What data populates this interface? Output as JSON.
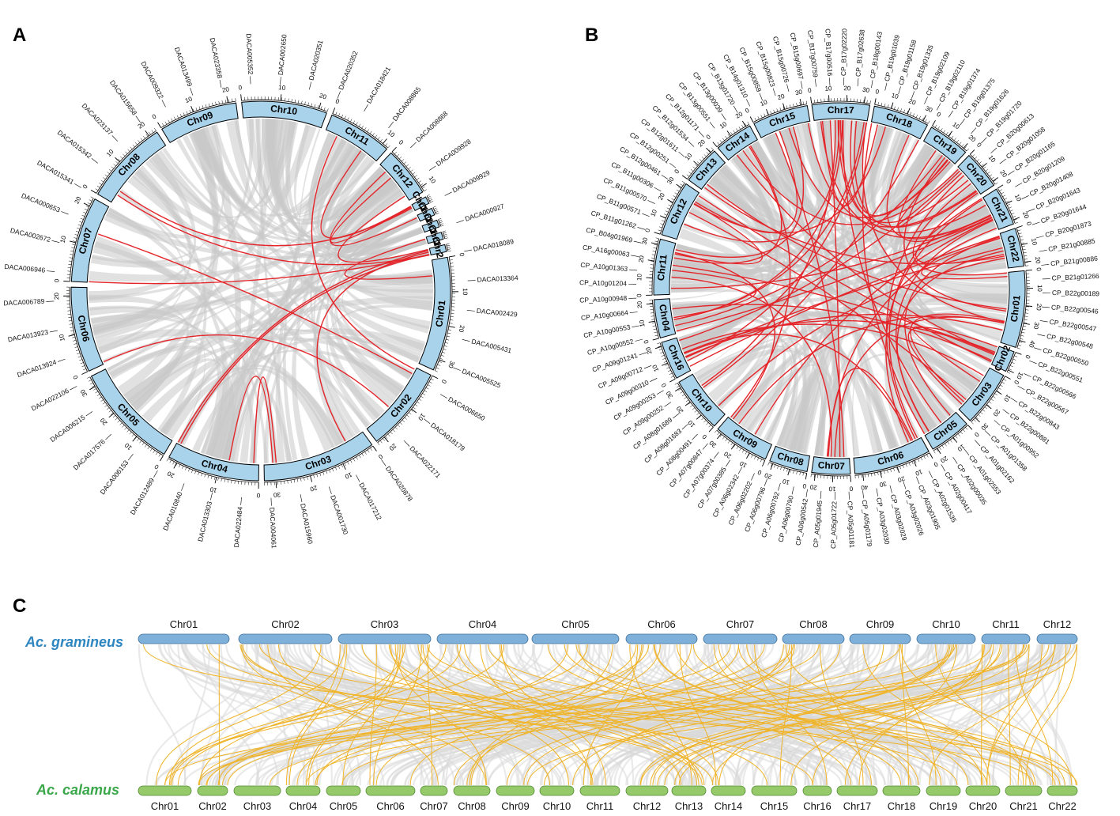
{
  "panels": {
    "a": {
      "letter": "A",
      "chromosomes": [
        {
          "name": "Chr09",
          "color": "#a9d3ea",
          "ticks": [
            "0",
            "10",
            "20"
          ]
        },
        {
          "name": "Chr10",
          "color": "#a9d3ea",
          "ticks": [
            "0",
            "10",
            "20"
          ]
        },
        {
          "name": "Chr11",
          "color": "#a9d3ea",
          "ticks": [
            "0",
            "10"
          ]
        },
        {
          "name": "Chr12",
          "color": "#a9d3ea",
          "ticks": [
            "0",
            "10"
          ]
        },
        {
          "name": "Chr13",
          "color": "#a9d3ea",
          "ticks": []
        },
        {
          "name": "Chr15",
          "color": "#a9d3ea",
          "ticks": []
        },
        {
          "name": "Chr17",
          "color": "#a9d3ea",
          "ticks": []
        },
        {
          "name": "Chr18",
          "color": "#a9d3ea",
          "ticks": []
        },
        {
          "name": "Chr24",
          "color": "#a9d3ea",
          "ticks": []
        },
        {
          "name": "Chr01",
          "color": "#a9d3ea",
          "ticks": [
            "0",
            "10",
            "20",
            "30"
          ]
        },
        {
          "name": "Chr02",
          "color": "#a9d3ea",
          "ticks": [
            "0",
            "10",
            "20"
          ]
        },
        {
          "name": "Chr03",
          "color": "#a9d3ea",
          "ticks": [
            "0",
            "10",
            "20",
            "30"
          ]
        },
        {
          "name": "Chr04",
          "color": "#a9d3ea",
          "ticks": [
            "0",
            "10",
            "20"
          ]
        },
        {
          "name": "Chr05",
          "color": "#a9d3ea",
          "ticks": [
            "0",
            "10",
            "20",
            "30"
          ]
        },
        {
          "name": "Chr06",
          "color": "#a9d3ea",
          "ticks": [
            "0",
            "10",
            "20"
          ]
        },
        {
          "name": "Chr07",
          "color": "#a9d3ea",
          "ticks": [
            "0",
            "10",
            "20"
          ]
        },
        {
          "name": "Chr08",
          "color": "#a9d3ea",
          "ticks": [
            "0",
            "10",
            "20"
          ]
        }
      ],
      "genes": [
        "DACA009322",
        "DACA013499",
        "DACA023358",
        "DACA005352",
        "DACA002650",
        "DACA020351",
        "DACA020352",
        "DACA018421",
        "DACA008865",
        "DACA008868",
        "DACA009928",
        "DACA009929",
        "DACA000927",
        "DACA018089",
        "DACA013364",
        "DACA002429",
        "DACA005431",
        "DACA005525",
        "DACA006650",
        "DACA018179",
        "DACA022171",
        "DACA020878",
        "DACA017212",
        "DACA001730",
        "DACA015960",
        "DACA004061",
        "DACA022484",
        "DACA013303",
        "DACA010840",
        "DACA012489",
        "DACA006153",
        "DACA017576",
        "DACA006215",
        "DACA022106",
        "DACA013924",
        "DACA013923",
        "DACA006789",
        "DACA006946",
        "DACA002672",
        "DACA000653",
        "DACA015341",
        "DACA015342",
        "DACA023137",
        "DACA015658"
      ]
    },
    "b": {
      "letter": "B",
      "chromosomes": [
        {
          "name": "Chr17",
          "color": "#a9d3ea",
          "ticks": [
            "0",
            "10",
            "20",
            "30"
          ]
        },
        {
          "name": "Chr18",
          "color": "#a9d3ea",
          "ticks": [
            "0",
            "10",
            "20",
            "30"
          ]
        },
        {
          "name": "Chr19",
          "color": "#a9d3ea",
          "ticks": [
            "0",
            "10",
            "20"
          ]
        },
        {
          "name": "Chr20",
          "color": "#a9d3ea",
          "ticks": [
            "0",
            "10",
            "20"
          ]
        },
        {
          "name": "Chr21",
          "color": "#a9d3ea",
          "ticks": [
            "0",
            "10",
            "20"
          ]
        },
        {
          "name": "Chr22",
          "color": "#a9d3ea",
          "ticks": [
            "0",
            "10",
            "20"
          ]
        },
        {
          "name": "Chr01",
          "color": "#a9d3ea",
          "ticks": [
            "0",
            "10",
            "20",
            "30",
            "40"
          ]
        },
        {
          "name": "Chr02",
          "color": "#a9d3ea",
          "ticks": [
            "0",
            "10"
          ]
        },
        {
          "name": "Chr03",
          "color": "#a9d3ea",
          "ticks": [
            "0",
            "10",
            "20",
            "30"
          ]
        },
        {
          "name": "Chr05",
          "color": "#a9d3ea",
          "ticks": [
            "0",
            "10",
            "20"
          ]
        },
        {
          "name": "Chr06",
          "color": "#a9d3ea",
          "ticks": [
            "0",
            "10",
            "20",
            "30",
            "40"
          ]
        },
        {
          "name": "Chr07",
          "color": "#a9d3ea",
          "ticks": [
            "0",
            "10",
            "20"
          ]
        },
        {
          "name": "Chr08",
          "color": "#a9d3ea",
          "ticks": [
            "0",
            "10",
            "20"
          ]
        },
        {
          "name": "Chr09",
          "color": "#a9d3ea",
          "ticks": [
            "0",
            "10",
            "20",
            "30"
          ]
        },
        {
          "name": "Chr10",
          "color": "#a9d3ea",
          "ticks": [
            "0",
            "10",
            "20",
            "30"
          ]
        },
        {
          "name": "Chr16",
          "color": "#a9d3ea",
          "ticks": [
            "0",
            "10",
            "20"
          ]
        },
        {
          "name": "Chr04",
          "color": "#a9d3ea",
          "ticks": [
            "0",
            "10",
            "20"
          ]
        },
        {
          "name": "Chr11",
          "color": "#a9d3ea",
          "ticks": [
            "0",
            "10",
            "20",
            "30"
          ]
        },
        {
          "name": "Chr12",
          "color": "#a9d3ea",
          "ticks": [
            "0",
            "10",
            "20",
            "30"
          ]
        },
        {
          "name": "Chr13",
          "color": "#a9d3ea",
          "ticks": [
            "0",
            "10",
            "20"
          ]
        },
        {
          "name": "Chr14",
          "color": "#a9d3ea",
          "ticks": [
            "0",
            "10",
            "20"
          ]
        },
        {
          "name": "Chr15",
          "color": "#a9d3ea",
          "ticks": [
            "0",
            "10",
            "20",
            "30"
          ]
        }
      ],
      "genes": [
        "CP_B17g00759",
        "CP_B17g00516",
        "CP_B17g02220",
        "CP_B17g02638",
        "CP_B18g00143",
        "CP_B19g01039",
        "CP_B19g01158",
        "CP_B19g01335",
        "CP_B19g02109",
        "CP_B19g02110",
        "CP_B19g01374",
        "CP_B19g01375",
        "CP_B19g01626",
        "CP_B19g01720",
        "CP_B20g00613",
        "CP_B20g01058",
        "CP_B20g01165",
        "CP_B20g01209",
        "CP_B20g01408",
        "CP_B20g01643",
        "CP_B20g01644",
        "CP_B20g01873",
        "CP_B21g00885",
        "CP_B21g00886",
        "CP_B21g01266",
        "CP_B22g00189",
        "CP_B22g00546",
        "CP_B22g00547",
        "CP_B22g00548",
        "CP_B22g00550",
        "CP_B22g00551",
        "CP_B22g00566",
        "CP_B22g00567",
        "CP_B22g00843",
        "CP_B22g00881",
        "CP_A01g00952",
        "CP_A01g01358",
        "CP_A01g02162",
        "CP_A01g02553",
        "CP_A02g00035",
        "CP_A02g00417",
        "CP_A02g01535",
        "CP_A03g01905",
        "CP_A03g02026",
        "CP_A03g02029",
        "CP_A03g02030",
        "CP_A05g01179",
        "CP_A05g01181",
        "CP_A05g01722",
        "CP_A05g01945",
        "CP_A06g00542",
        "CP_A06g00790",
        "CP_A06g00792",
        "CP_A06g00796",
        "CP_A06g02202",
        "CP_A06g02342",
        "CP_A07g00385",
        "CP_A07g00374",
        "CP_A07g00847",
        "CP_A08g00491",
        "CP_A08g01683",
        "CP_A08g01689",
        "CP_A09g00252",
        "CP_A09g00253",
        "CP_A09g00310",
        "CP_A09g00712",
        "CP_A09g01241",
        "CP_A10g00552",
        "CP_A10g00553",
        "CP_A10g00664",
        "CP_A10g00948",
        "CP_A10g01204",
        "CP_A10g01363",
        "CP_A16g00063",
        "CP_B04g01969",
        "CP_B11g01262",
        "CP_B11g00571",
        "CP_B11g00570",
        "CP_B11g00306",
        "CP_B12g00461",
        "CP_B12g00251",
        "CP_B12g01611",
        "CP_B12g01534",
        "CP_B12g01171",
        "CP_B13g00551",
        "CP_B13g00039",
        "CP_B13g01720",
        "CP_B14g01310",
        "CP_B15g00859",
        "CP_B15g00823",
        "CP_B15g00726",
        "CP_B15g00697"
      ]
    },
    "c": {
      "letter": "C",
      "top_species": "Ac. gramineus",
      "bottom_species": "Ac. calamus",
      "top_color": "#2e86c1",
      "bottom_color": "#3aa84a",
      "top_bar_color": "#7fb0d9",
      "bottom_bar_color": "#96c96a",
      "link_color": "#f0b429",
      "top_chromosomes": [
        "Chr01",
        "Chr02",
        "Chr03",
        "Chr04",
        "Chr05",
        "Chr06",
        "Chr07",
        "Chr08",
        "Chr09",
        "Chr10",
        "Chr11",
        "Chr12"
      ],
      "bottom_chromosomes": [
        "Chr01",
        "Chr02",
        "Chr03",
        "Chr04",
        "Chr05",
        "Chr06",
        "Chr07",
        "Chr08",
        "Chr09",
        "Chr10",
        "Chr11",
        "Chr12",
        "Chr13",
        "Chr14",
        "Chr15",
        "Chr16",
        "Chr17",
        "Chr18",
        "Chr19",
        "Chr20",
        "Chr21",
        "Chr22"
      ]
    }
  }
}
